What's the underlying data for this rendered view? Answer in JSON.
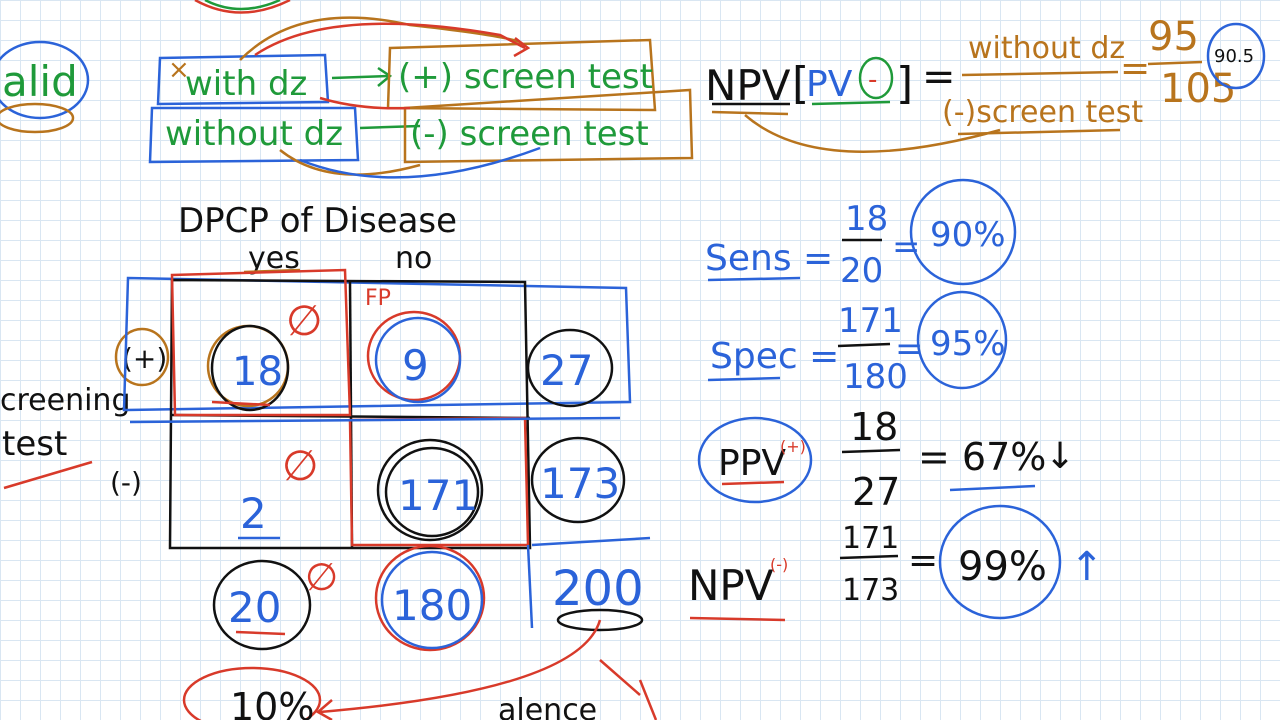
{
  "top_left": {
    "fragment": "alid",
    "with_dz": "with dz",
    "without_dz": "without dz",
    "pos_screen": "(+) screen test",
    "neg_screen": "(-) screen test"
  },
  "npv_top": {
    "label": "NPV",
    "bracket_text": "PV",
    "minus": "-",
    "numerator": "without dz",
    "denominator": "(-)screen test",
    "num2": "95",
    "den2": "105",
    "circled": "90.5"
  },
  "table": {
    "header": "DPCP of Disease",
    "col_yes": "yes",
    "col_no": "no",
    "row_label_line1": "creening",
    "row_label_line2": "test",
    "row_pos": "(+)",
    "row_neg": "(-)",
    "tp": "18",
    "fp": "9",
    "fn": "2",
    "tn": "171",
    "row_total_pos": "27",
    "row_total_neg": "173",
    "col_total_yes": "20",
    "col_total_no": "180",
    "grand_total": "200",
    "fp_tag": "FP",
    "null1": "∅",
    "null2": "∅",
    "null3": "∅",
    "bottom_left": "10%",
    "bottom_word": "alence"
  },
  "formulas": {
    "sens_label": "Sens =",
    "sens_num": "18",
    "sens_den": "20",
    "sens_result": "90%",
    "spec_label": "Spec =",
    "spec_num": "171",
    "spec_den": "180",
    "spec_result": "95%",
    "ppv_label": "PPV",
    "ppv_sup": "(+)",
    "ppv_num": "18",
    "ppv_den": "27",
    "ppv_result": "= 67%",
    "ppv_arrow": "↓",
    "npv_label": "NPV",
    "npv_sup": "(-)",
    "npv_num": "171",
    "npv_den": "173",
    "npv_result": "99%",
    "npv_arrow": "↑",
    "equals": "="
  }
}
